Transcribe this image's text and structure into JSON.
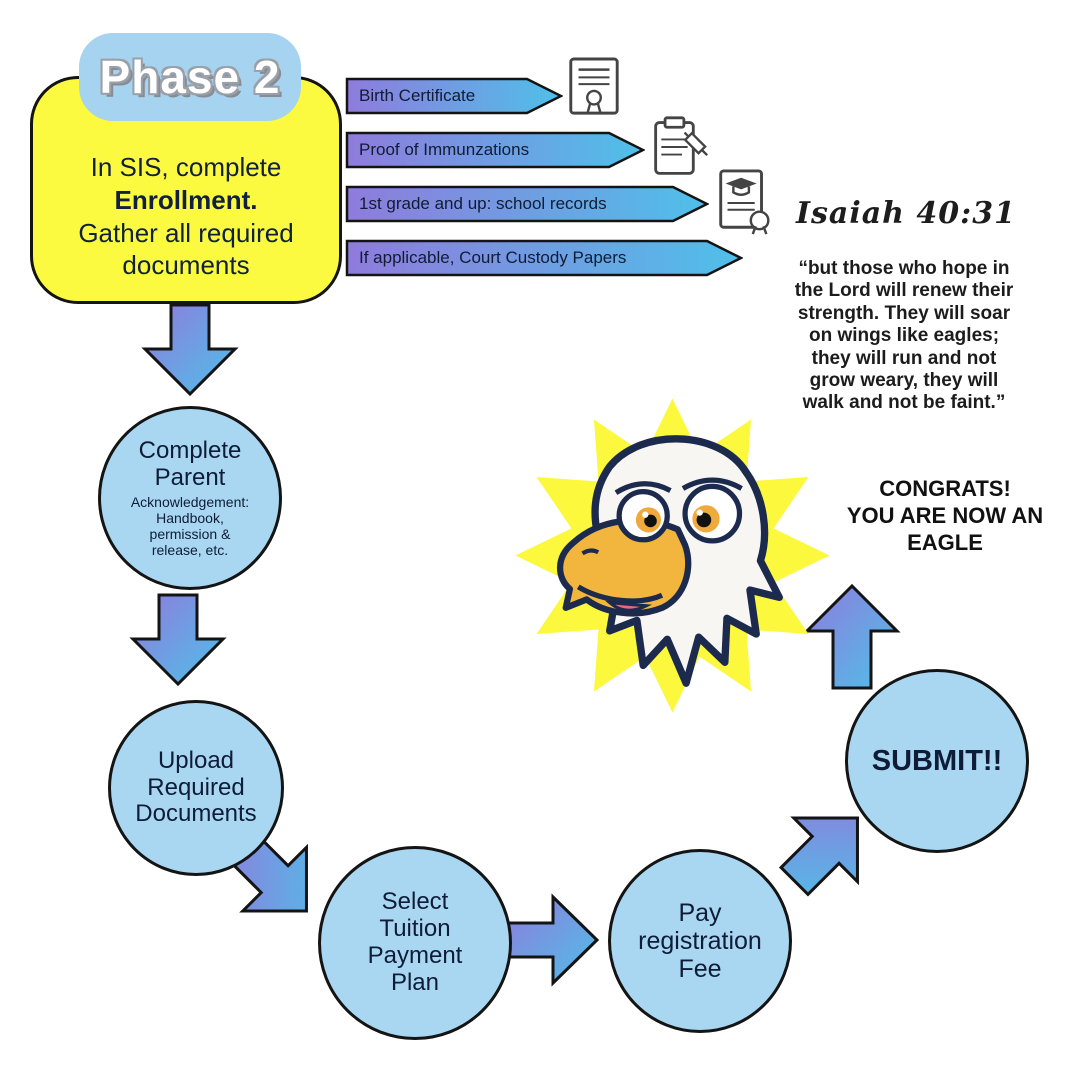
{
  "colors": {
    "card_yellow": "#FBFA40",
    "circle_blue": "#A9D7F1",
    "arrow_purple": "#8F7BDC",
    "arrow_cyan": "#4FC0E9",
    "dark_text": "#10203D"
  },
  "phase": {
    "badge": "Phase 2",
    "line1": "In SIS, complete",
    "line2": "Enrollment.",
    "line3": "Gather all required\ndocuments"
  },
  "banners": [
    {
      "label": "Birth Certificate",
      "icon": "certificate-icon"
    },
    {
      "label": "Proof of Immunzations",
      "icon": "immunization-icon"
    },
    {
      "label": "1st grade and up: school records",
      "icon": "school-records-icon"
    },
    {
      "label": "If applicable, Court Custody Papers",
      "icon": ""
    }
  ],
  "verse": {
    "reference": "Isaiah 40:31",
    "quote": "“but those who hope in\nthe Lord will renew their\nstrength. They will soar\non wings like eagles;\nthey will run and not\ngrow weary, they will\nwalk and not be faint.”"
  },
  "steps": {
    "step1_title": "Complete\nParent",
    "step1_sub": "Acknowledgement:\nHandbook,\npermission &\nrelease, etc.",
    "step2": "Upload\nRequired\nDocuments",
    "step3": "Select\nTuition\nPayment\nPlan",
    "step4": "Pay\nregistration\nFee",
    "step5": "SUBMIT!!"
  },
  "congrats": "CONGRATS!\nYOU ARE NOW AN\nEAGLE"
}
